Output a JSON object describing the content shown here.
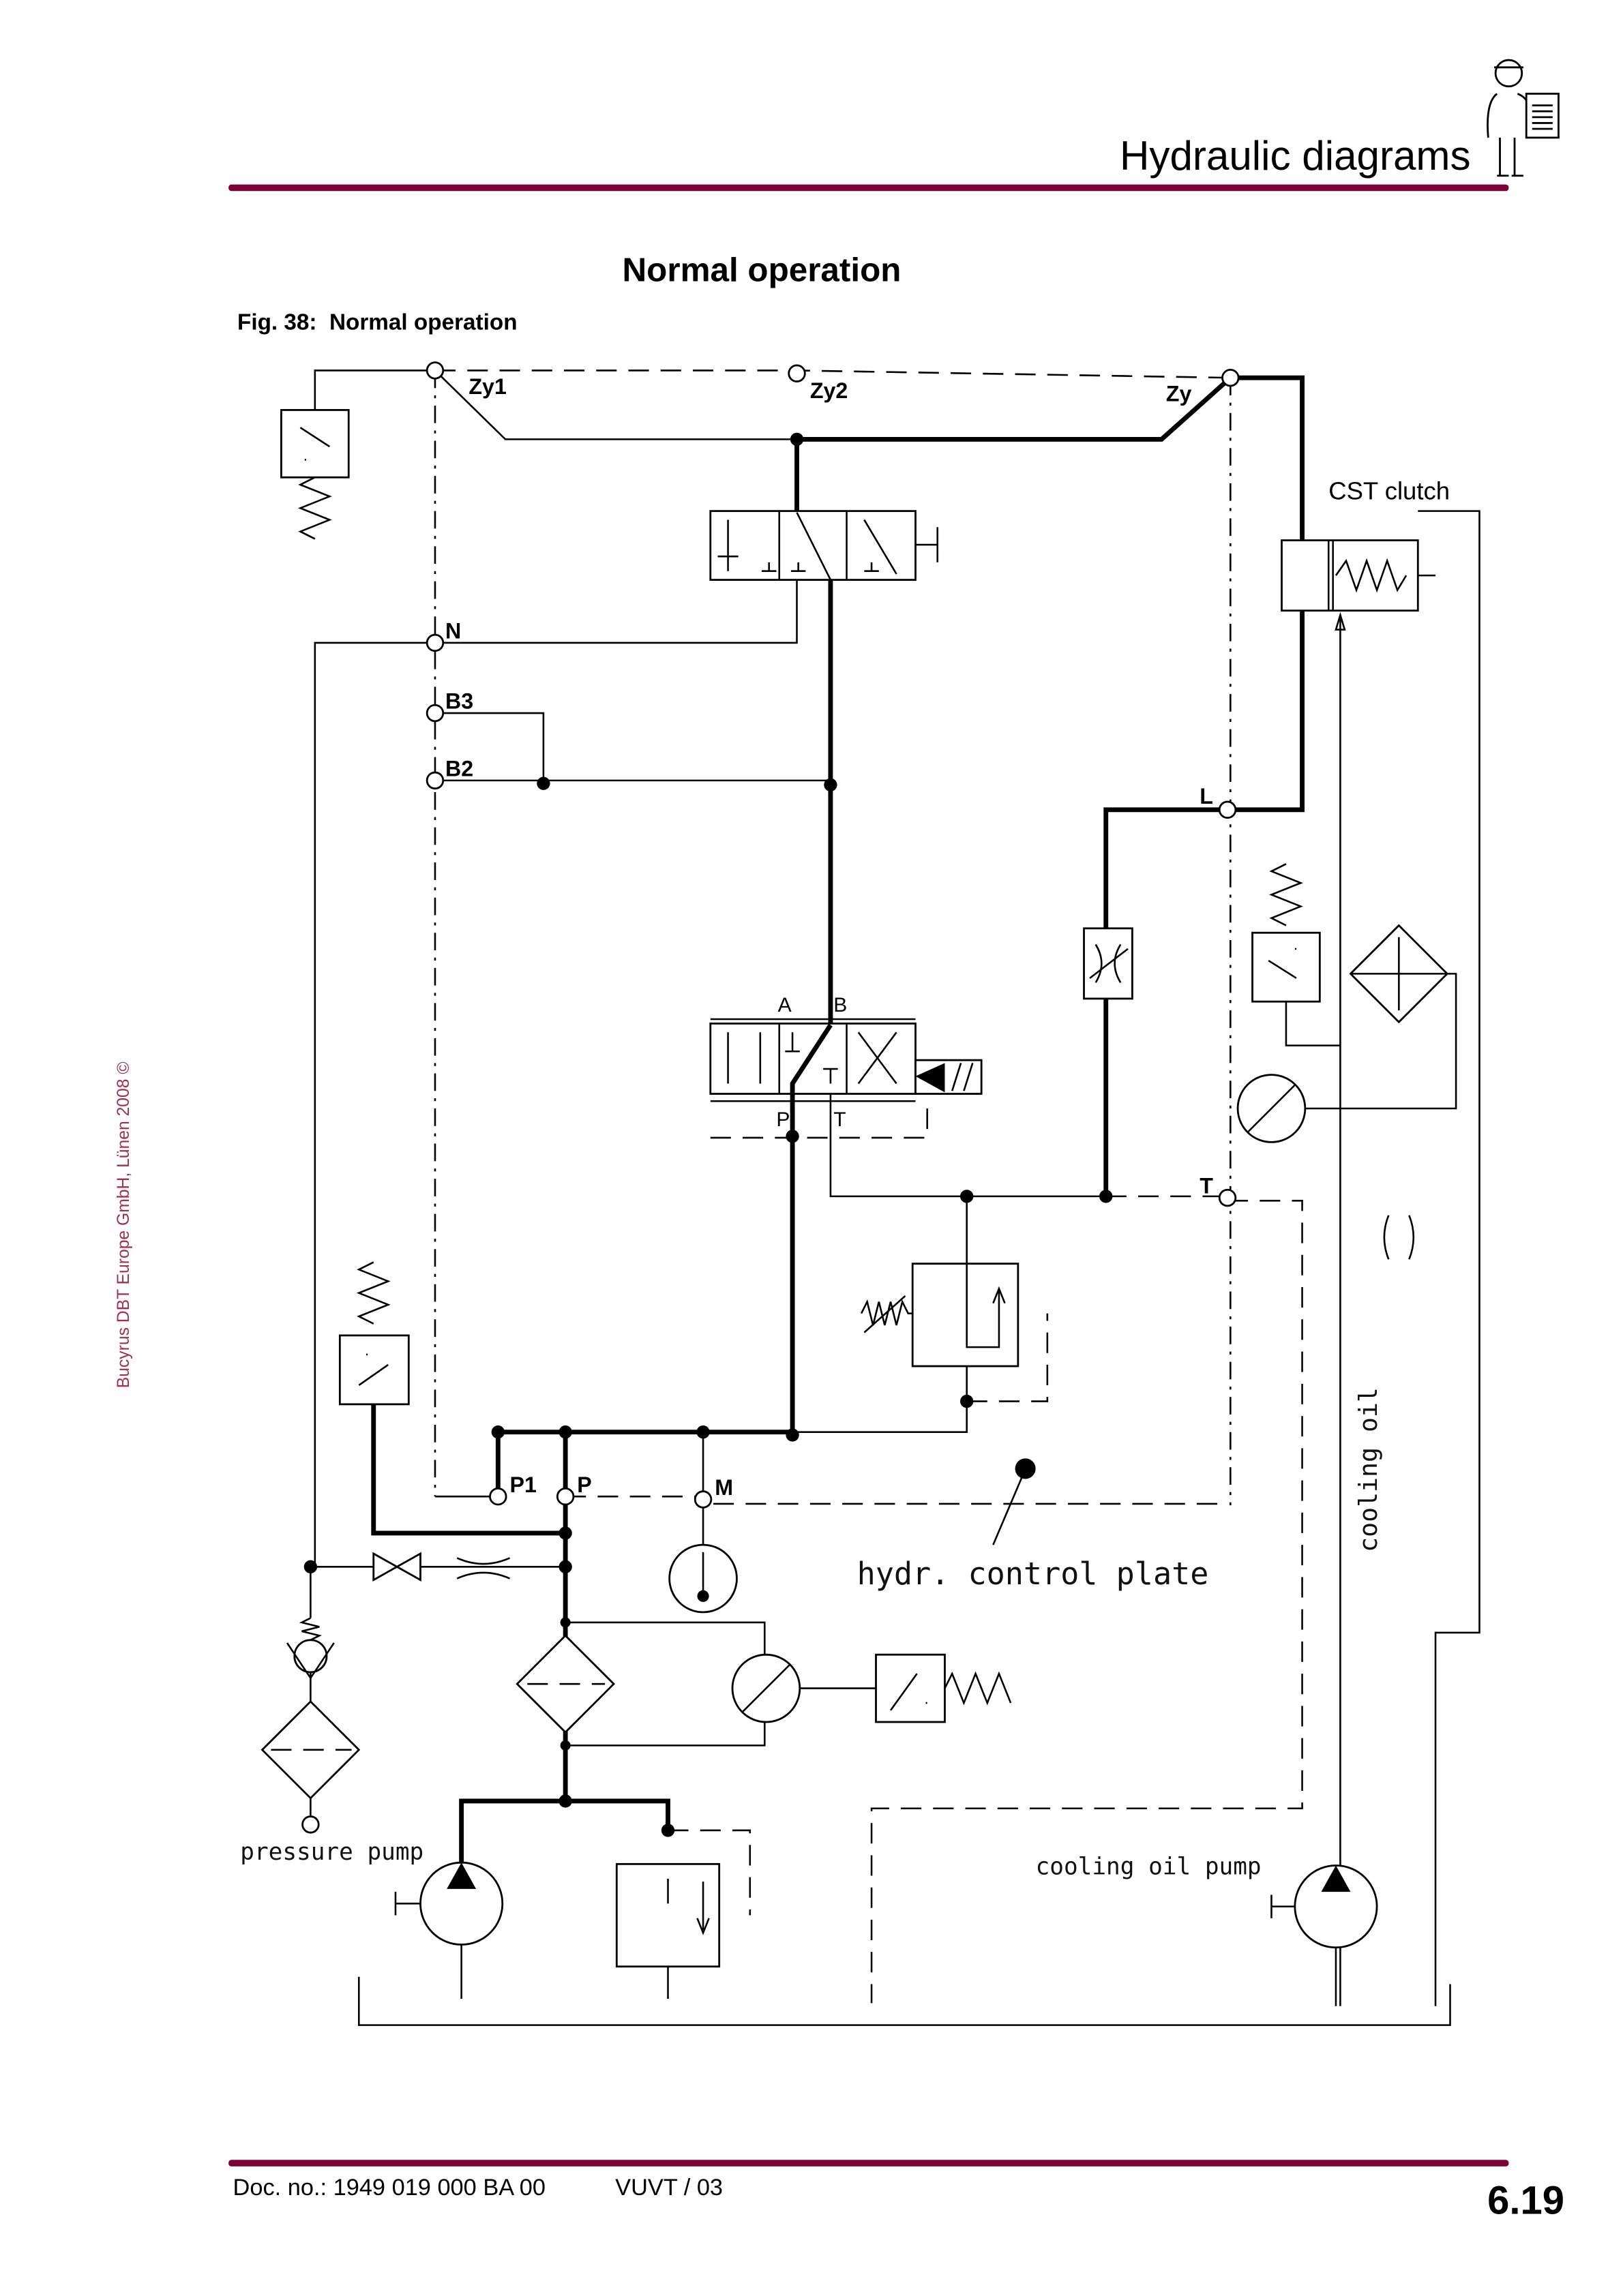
{
  "header": {
    "section_title": "Hydraulic diagrams",
    "accent_color": "#7a0035",
    "icon": "worker-with-clipboard-icon"
  },
  "page_title": "Normal operation",
  "figure_caption": "Fig. 38:  Normal operation",
  "copyright": "Bucyrus DBT Europe GmbH, Lünen 2008 ©",
  "diagram": {
    "labels": {
      "zy1": "Zy1",
      "zy2": "Zy2",
      "zy": "Zy",
      "n": "N",
      "b3": "B3",
      "b2": "B2",
      "l": "L",
      "t": "T",
      "p1": "P1",
      "p": "P",
      "m": "M",
      "valve_a": "A",
      "valve_b": "B",
      "valve_p": "P",
      "valve_t": "T",
      "cst_clutch": "CST clutch",
      "cooling_oil": "cooling oil",
      "hydr_control_plate": "hydr. control plate",
      "pressure_pump": "pressure pump",
      "cooling_oil_pump": "cooling oil pump"
    }
  },
  "footer": {
    "doc_no": "Doc. no.: 1949 019 000 BA 00",
    "version": "VUVT / 03",
    "page_number": "6.19"
  }
}
